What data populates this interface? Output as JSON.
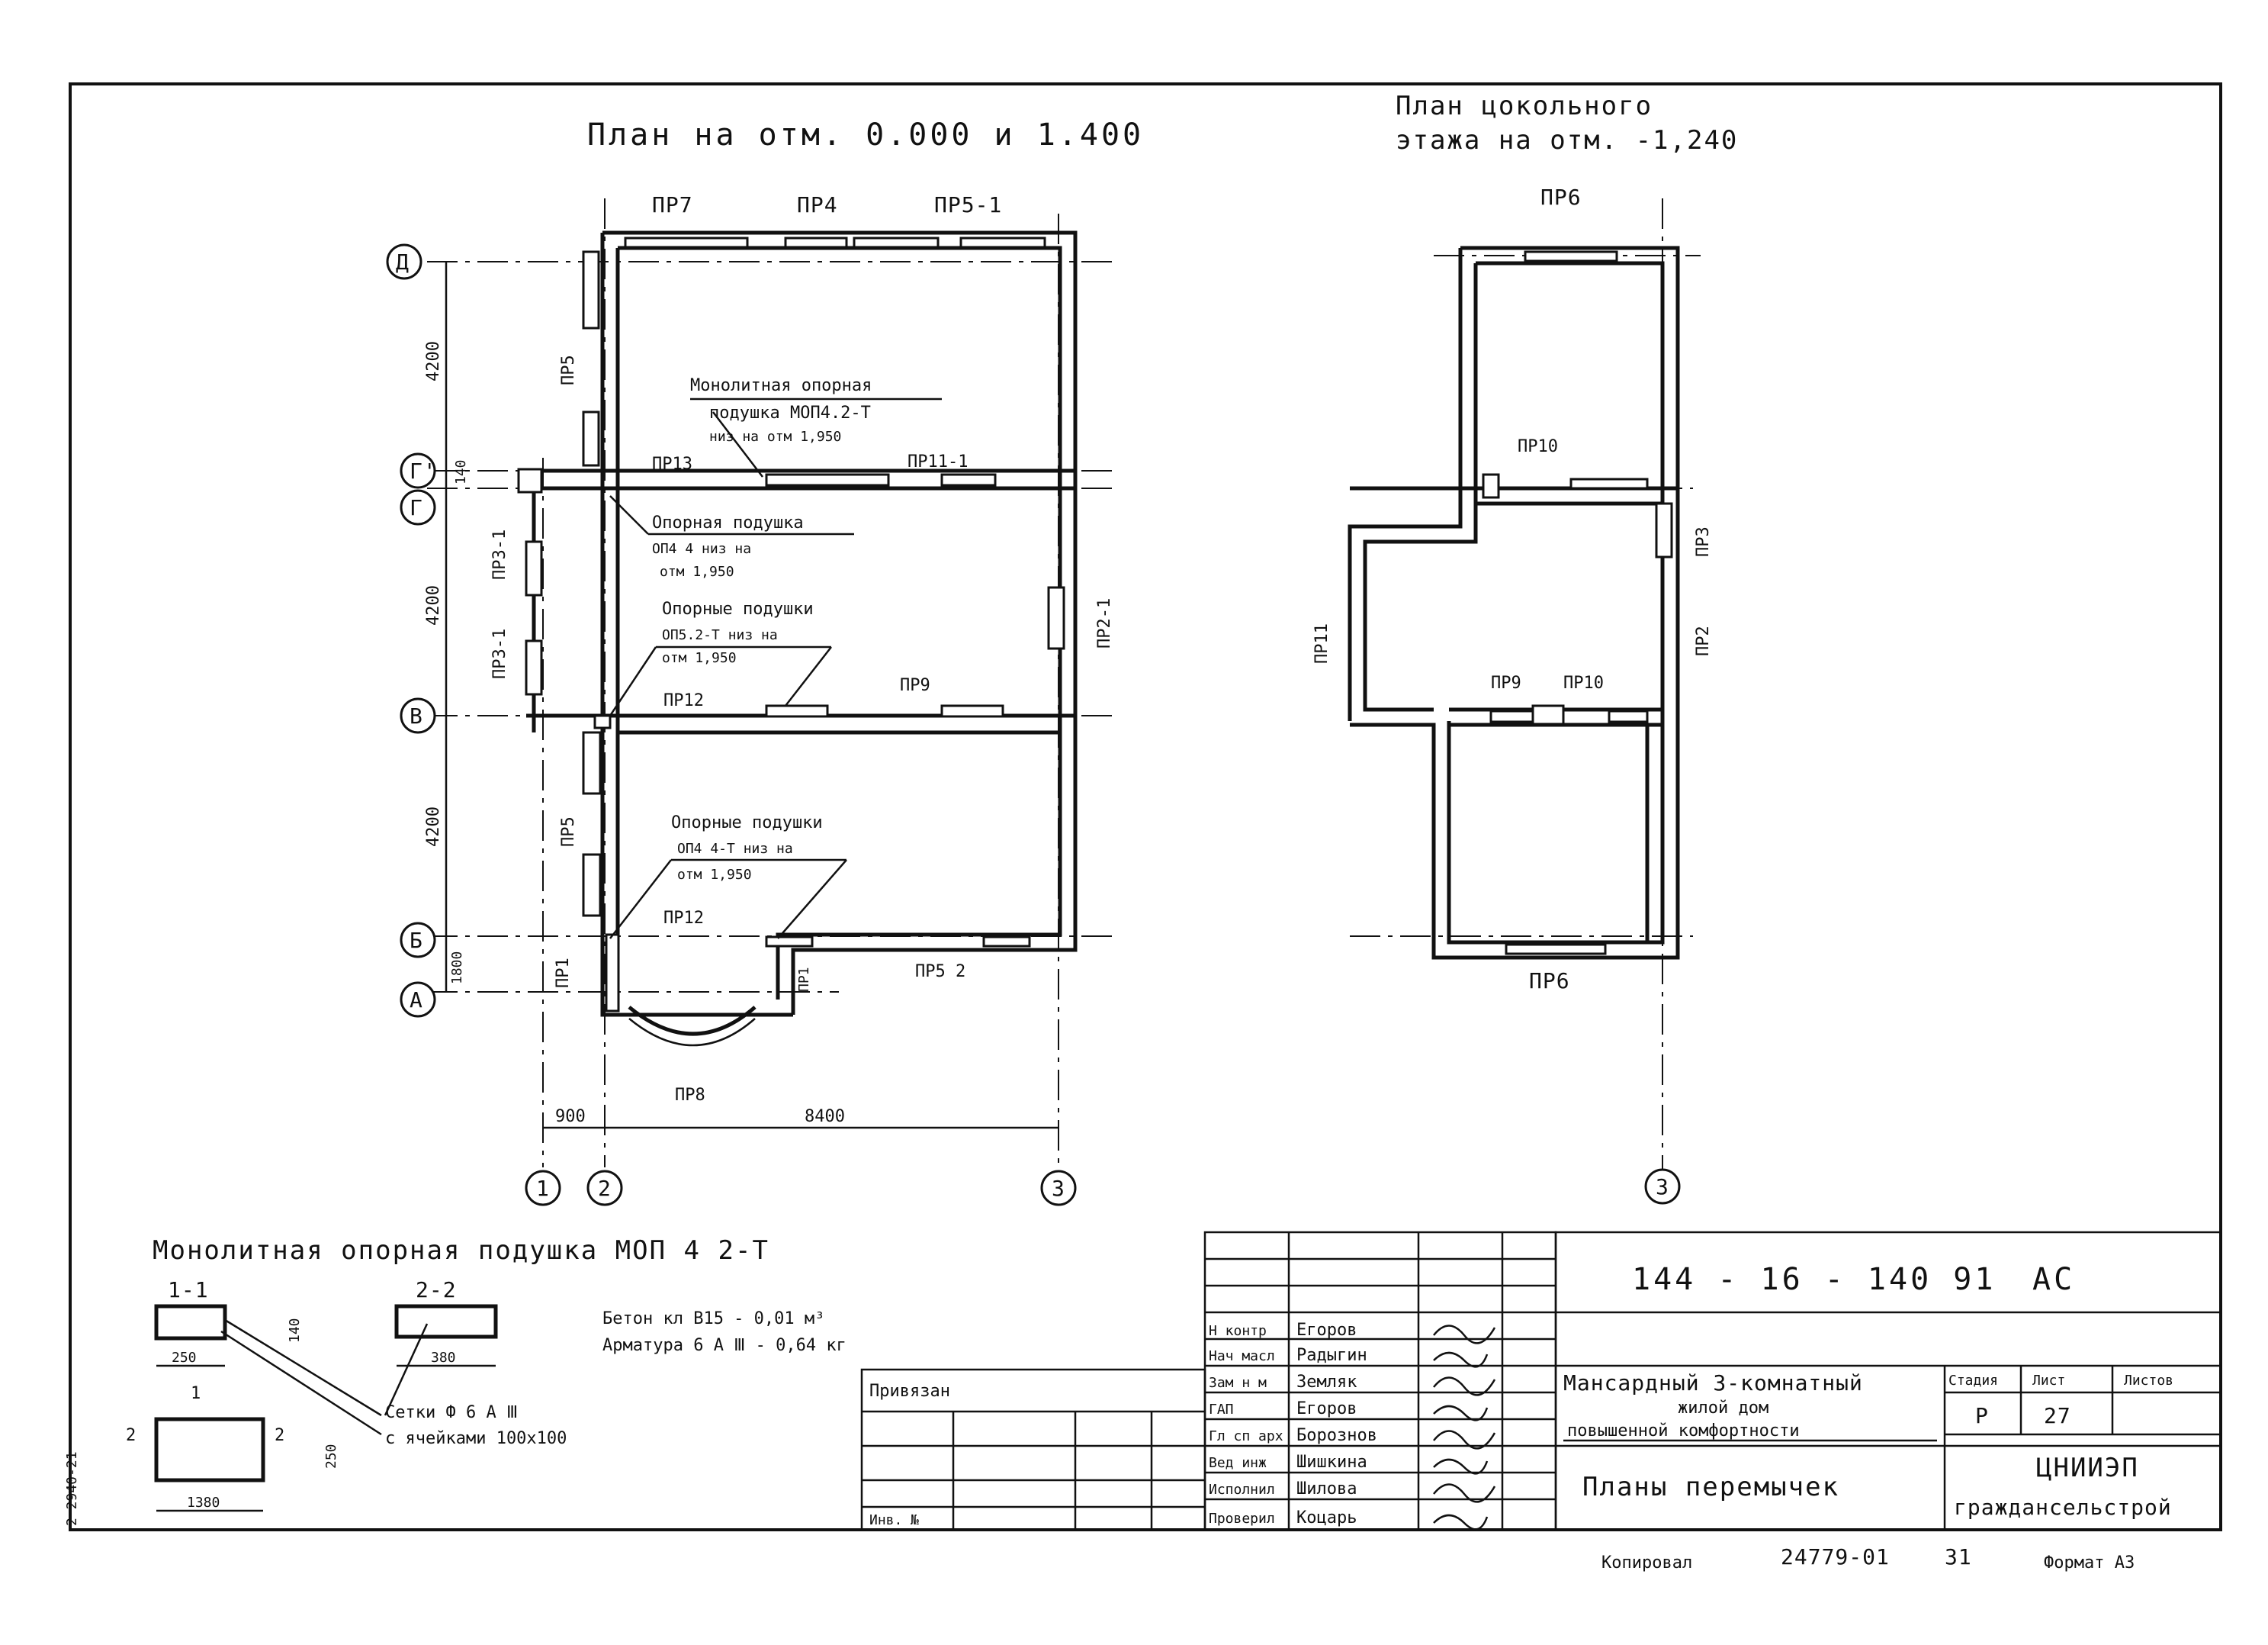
{
  "plan_left": {
    "title": "План на отм. 0.000 и 1.400",
    "top_lintels": [
      "ПР7",
      "ПР4",
      "ПР5-1"
    ],
    "axes": {
      "D": "Д",
      "G1": "Г'",
      "G": "Г",
      "V": "В",
      "B": "Б",
      "A": "А",
      "n1": "1",
      "n2": "2",
      "n3": "3"
    },
    "dims": {
      "d1": "4200",
      "d2": "4200",
      "d3": "4200",
      "d140": "140",
      "d1800": "1800",
      "d900": "900",
      "d8400": "8400"
    },
    "labels": {
      "pr5_top": "ПР5",
      "pr13": "ПР13",
      "pr11": "ПР11-1",
      "pr3a": "ПР3-1",
      "pr3b": "ПР3-1",
      "pr12a": "ПР12",
      "pr9": "ПР9",
      "pr2": "ПР2-1",
      "pr5_mid": "ПР5",
      "pr12b": "ПР12",
      "pr1": "ПР1",
      "pr1b": "ПР1",
      "pr52": "ПР5 2",
      "pr8": "ПР8"
    },
    "notes": {
      "mop_l1": "Монолитная опорная",
      "mop_l2": "подушка МОП4.2-Т",
      "mop_l3": "низ на отм 1,950",
      "op1_l1": "Опорная подушка",
      "op1_l2": "ОП4 4 низ на",
      "op1_l3": "отм 1,950",
      "op2_l1": "Опорные подушки",
      "op2_l2": "ОП5.2-Т низ на",
      "op2_l3": "отм 1,950",
      "op3_l1": "Опорные подушки",
      "op3_l2": "ОП4 4-Т низ на",
      "op3_l3": "отм 1,950"
    }
  },
  "plan_right": {
    "title_l1": "План цокольного",
    "title_l2": "этажа на отм. -1,240",
    "axis3": "3",
    "labels": {
      "pr6top": "ПР6",
      "pr10a": "ПР10",
      "pr11": "ПР11",
      "pr3": "ПР3",
      "pr2": "ПР2",
      "pr9": "ПР9",
      "pr10b": "ПР10",
      "pr6bot": "ПР6"
    }
  },
  "detail": {
    "title": "Монолитная опорная подушка МОП 4 2-Т",
    "s11": "1-1",
    "s22": "2-2",
    "dim250": "250",
    "dim140": "140",
    "dim380": "380",
    "dim1380": "1380",
    "dim250v": "250",
    "mark2a": "2",
    "mark2b": "2",
    "mark1": "1",
    "concrete": "Бетон кл В15 - 0,01 м³",
    "rebar": "Арматура 6 А Ⅲ - 0,64 кг",
    "mesh1": "Сетки Ф 6 А Ⅲ",
    "mesh2": "с ячейками 100х100"
  },
  "stamp": {
    "privyazan": "Привязан",
    "inv": "Инв. №",
    "code": "144 - 16 - 140 91",
    "ac": "АС",
    "roles": [
      "Н контр",
      "Нач масл",
      "Зам н м",
      "ГАП",
      "Гл сп арх",
      "Вед инж",
      "Исполнил",
      "Проверил"
    ],
    "names": [
      "Егоров",
      "Радыгин",
      "Земляк",
      "Егоров",
      "Борознов",
      "Шишкина",
      "Шилова",
      "Коцарь"
    ],
    "project_l1": "Мансардный 3-комнатный",
    "project_l2": "жилой дом",
    "project_l3": "повышенной комфортности",
    "sheet_title": "Планы перемычек",
    "stadiya_h": "Стадия",
    "list_h": "Лист",
    "listov_h": "Листов",
    "stadiya": "Р",
    "list": "27",
    "listov": "",
    "org_l1": "ЦНИИЭП",
    "org_l2": "граждансельстрой"
  },
  "footer": {
    "kopiroval": "Копировал",
    "order": "24779-01",
    "sheet_no": "31",
    "format": "Формат А3",
    "margin_code": "2 2940-21"
  }
}
